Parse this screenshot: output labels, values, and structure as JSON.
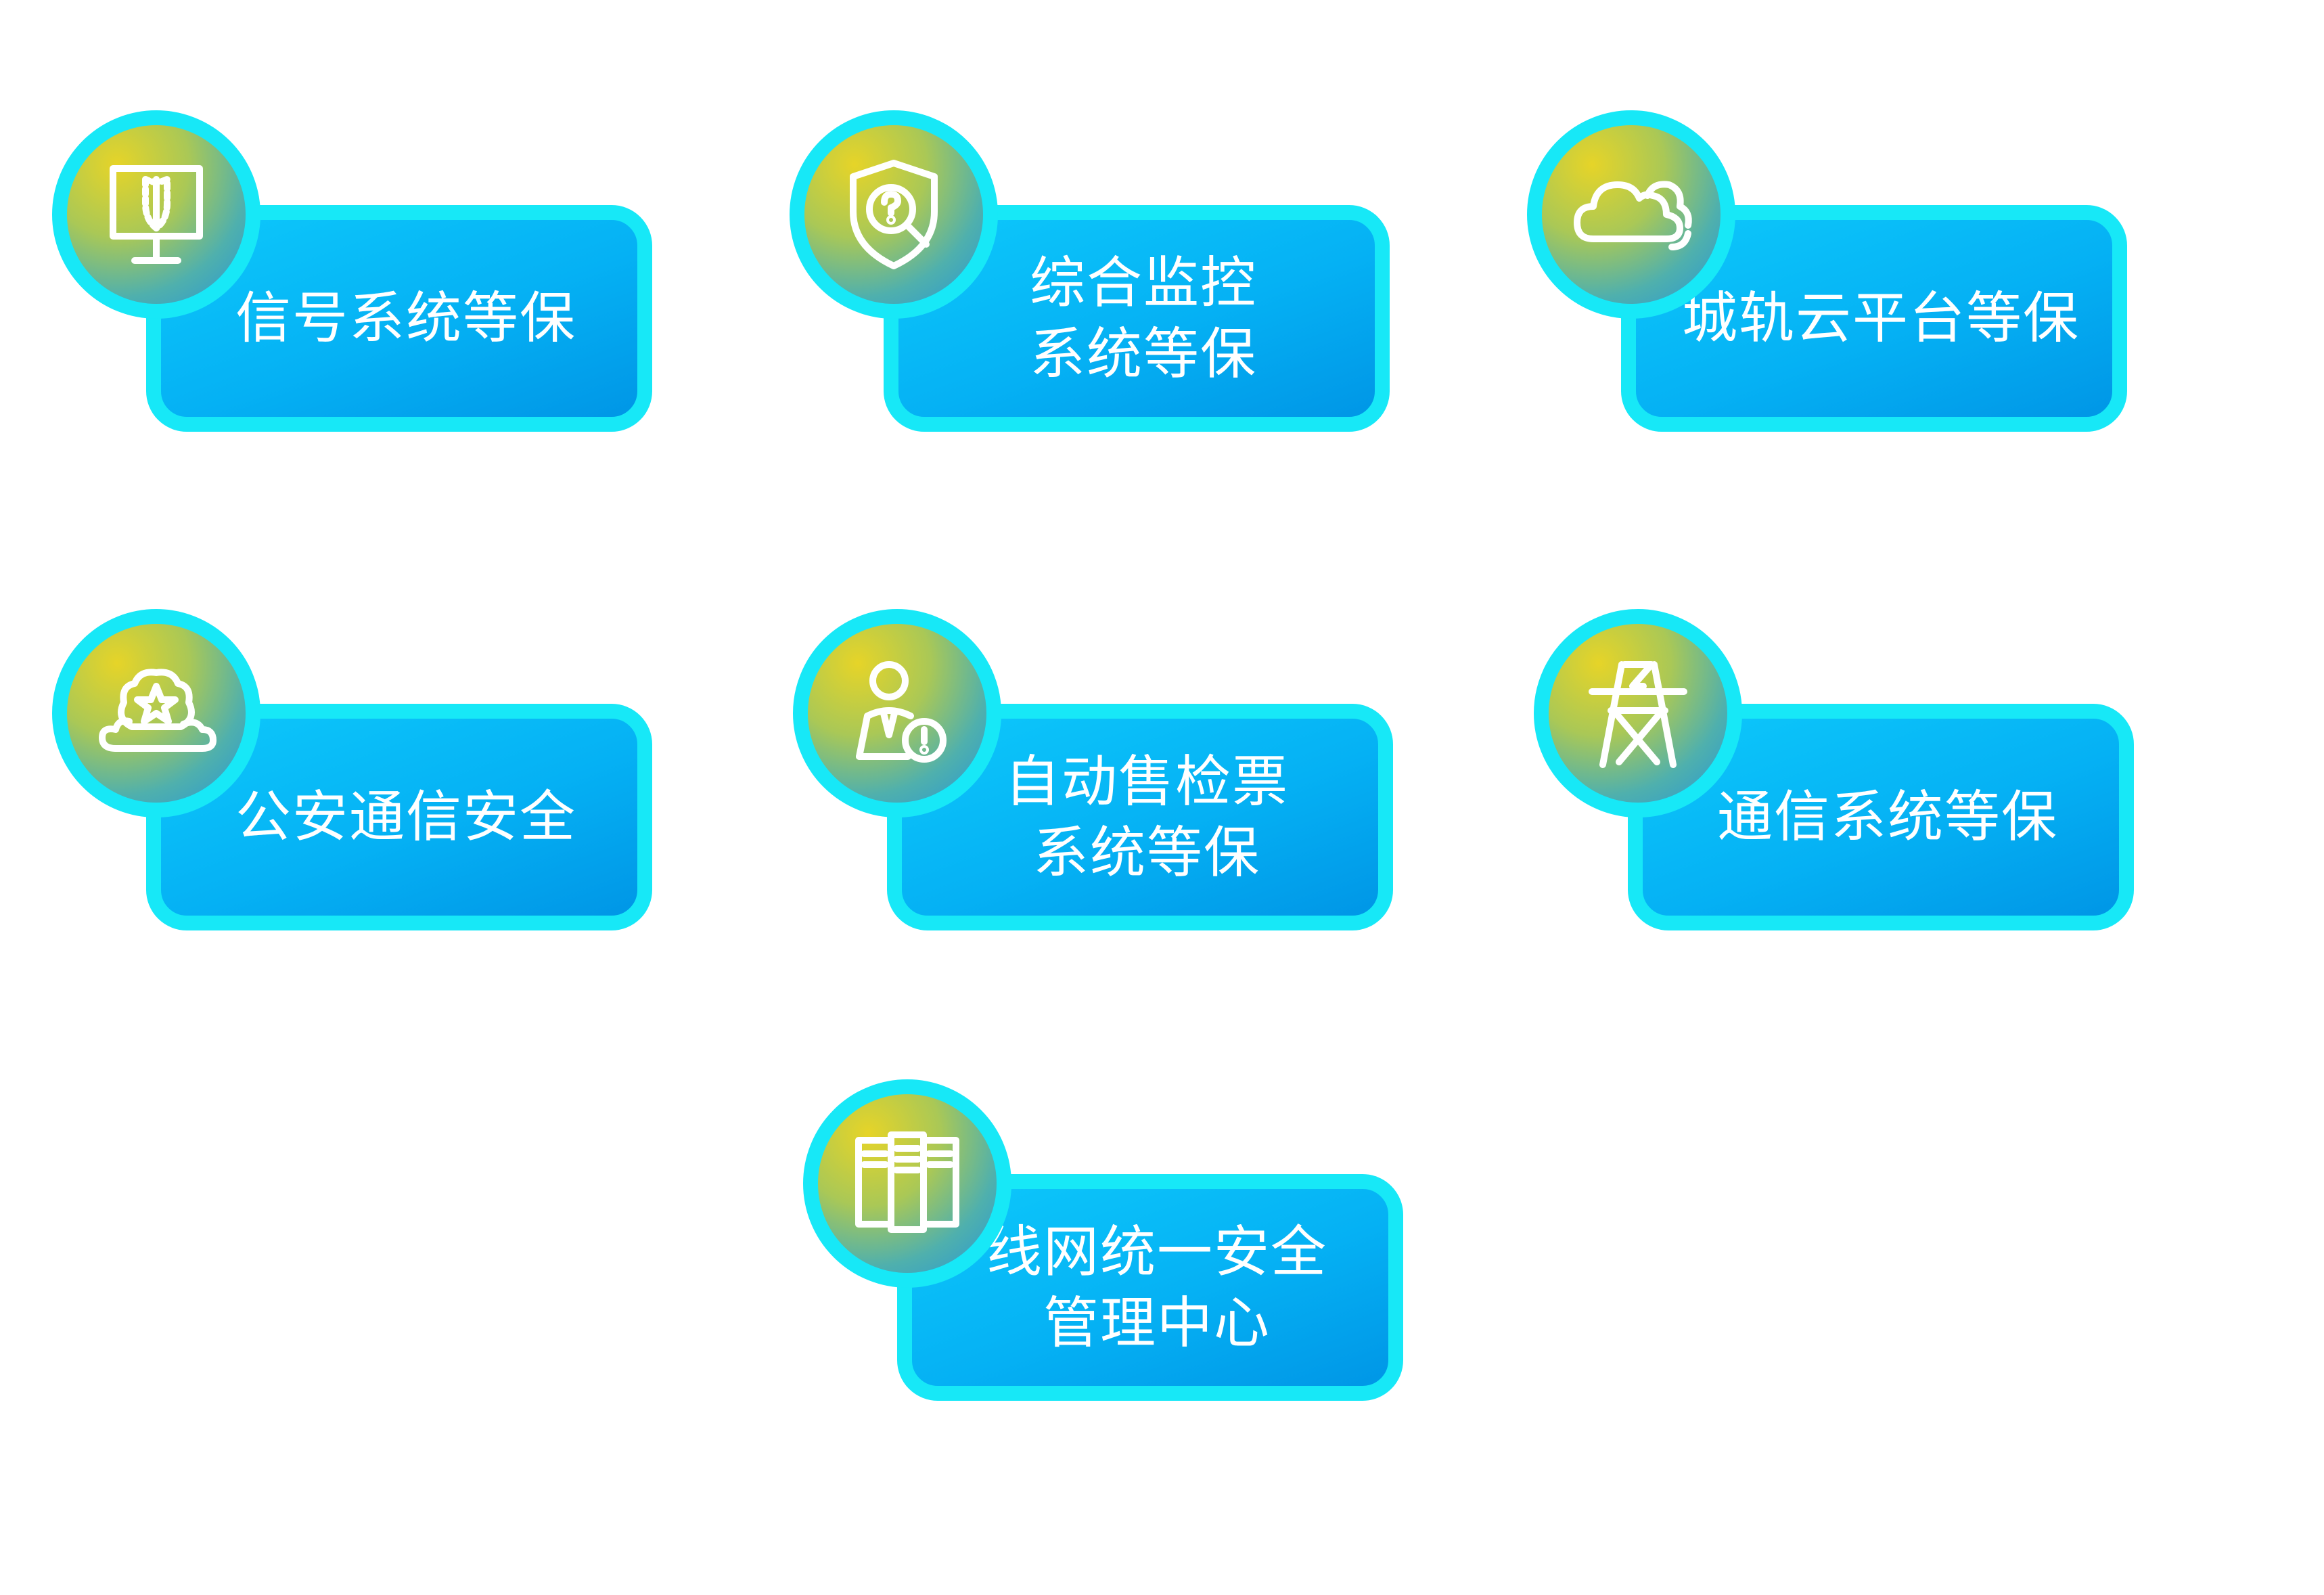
{
  "colors": {
    "card_border": "#17e8f7",
    "card_fill_top": "#0dc8fb",
    "card_fill_bottom": "#0096e6",
    "icon_gradient_start": "#e6d428",
    "icon_gradient_end": "#2896d6",
    "text": "#ffffff"
  },
  "cards": [
    {
      "label": "信号系统等保",
      "icon": "monitor-shield-icon"
    },
    {
      "label": "综合监控\n系统等保",
      "icon": "shield-search-icon"
    },
    {
      "label": "城轨云平台等保",
      "icon": "cloud-icon"
    },
    {
      "label": "公安通信安全",
      "icon": "badge-cloud-icon"
    },
    {
      "label": "自动售检票\n系统等保",
      "icon": "user-alert-icon"
    },
    {
      "label": "通信系统等保",
      "icon": "transmission-tower-icon"
    },
    {
      "label": "线网统一安全\n管理中心",
      "icon": "server-rack-icon"
    }
  ]
}
